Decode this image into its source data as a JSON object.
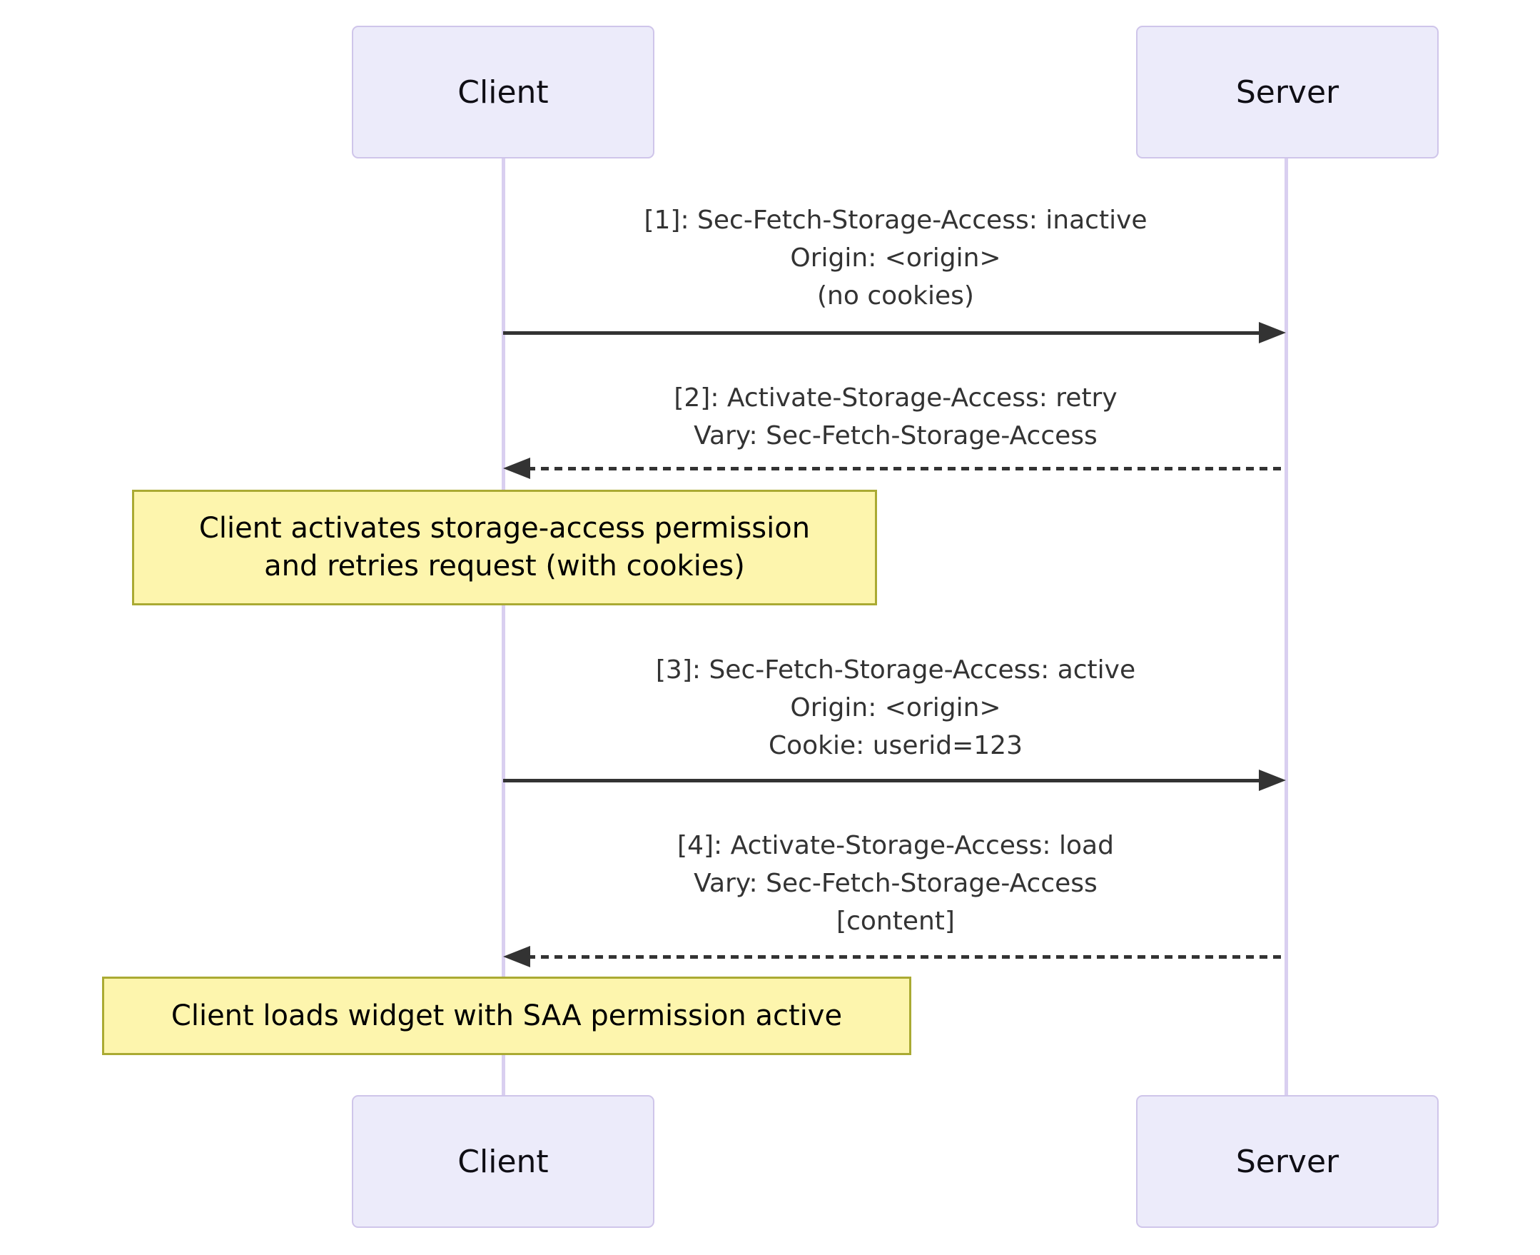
{
  "diagram_type": "sequence-diagram",
  "actors": [
    {
      "id": "client",
      "label": "Client"
    },
    {
      "id": "server",
      "label": "Server"
    }
  ],
  "messages": [
    {
      "from": "client",
      "to": "server",
      "style": "solid",
      "lines": [
        "[1]: Sec-Fetch-Storage-Access: inactive",
        "Origin: <origin>",
        "(no cookies)"
      ]
    },
    {
      "from": "server",
      "to": "client",
      "style": "dashed",
      "lines": [
        "[2]: Activate-Storage-Access: retry",
        "Vary: Sec-Fetch-Storage-Access"
      ]
    },
    {
      "from": "client",
      "to": "server",
      "style": "solid",
      "lines": [
        "[3]: Sec-Fetch-Storage-Access: active",
        "Origin: <origin>",
        "Cookie: userid=123"
      ]
    },
    {
      "from": "server",
      "to": "client",
      "style": "dashed",
      "lines": [
        "[4]: Activate-Storage-Access: load",
        "Vary: Sec-Fetch-Storage-Access",
        "[content]"
      ]
    }
  ],
  "notes": [
    {
      "over": "client",
      "lines": [
        "Client activates storage-access permission",
        "and retries request (with cookies)"
      ]
    },
    {
      "over": "client",
      "lines": [
        "Client loads widget with SAA permission active"
      ]
    }
  ],
  "colors": {
    "actor_fill": "#ECEBFA",
    "actor_border": "#CFC5EA",
    "lifeline": "#D9CFF0",
    "note_fill": "#FDF5AD",
    "note_border": "#AAAA33",
    "message": "#333333",
    "arrow": "#333333"
  }
}
